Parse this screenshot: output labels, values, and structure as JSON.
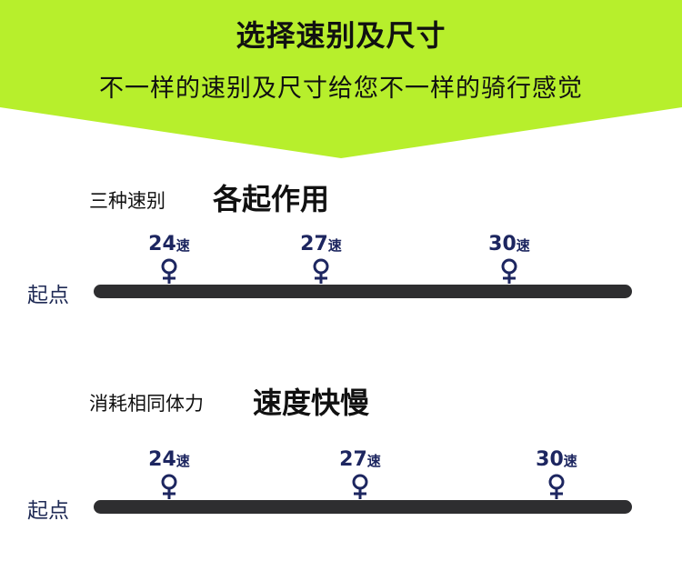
{
  "header": {
    "title": "选择速别及尺寸",
    "subtitle": "不一样的速别及尺寸给您不一样的骑行感觉",
    "accent_color": "#b7ef2c"
  },
  "sections": [
    {
      "caption": "三种速别",
      "headline": "各起作用",
      "start_label": "起点",
      "markers": [
        {
          "value": "24",
          "unit": "速"
        },
        {
          "value": "27",
          "unit": "速"
        },
        {
          "value": "30",
          "unit": "速"
        }
      ]
    },
    {
      "caption": "消耗相同体力",
      "headline": "速度快慢",
      "start_label": "起点",
      "markers": [
        {
          "value": "24",
          "unit": "速"
        },
        {
          "value": "27",
          "unit": "速"
        },
        {
          "value": "30",
          "unit": "速"
        }
      ]
    }
  ]
}
